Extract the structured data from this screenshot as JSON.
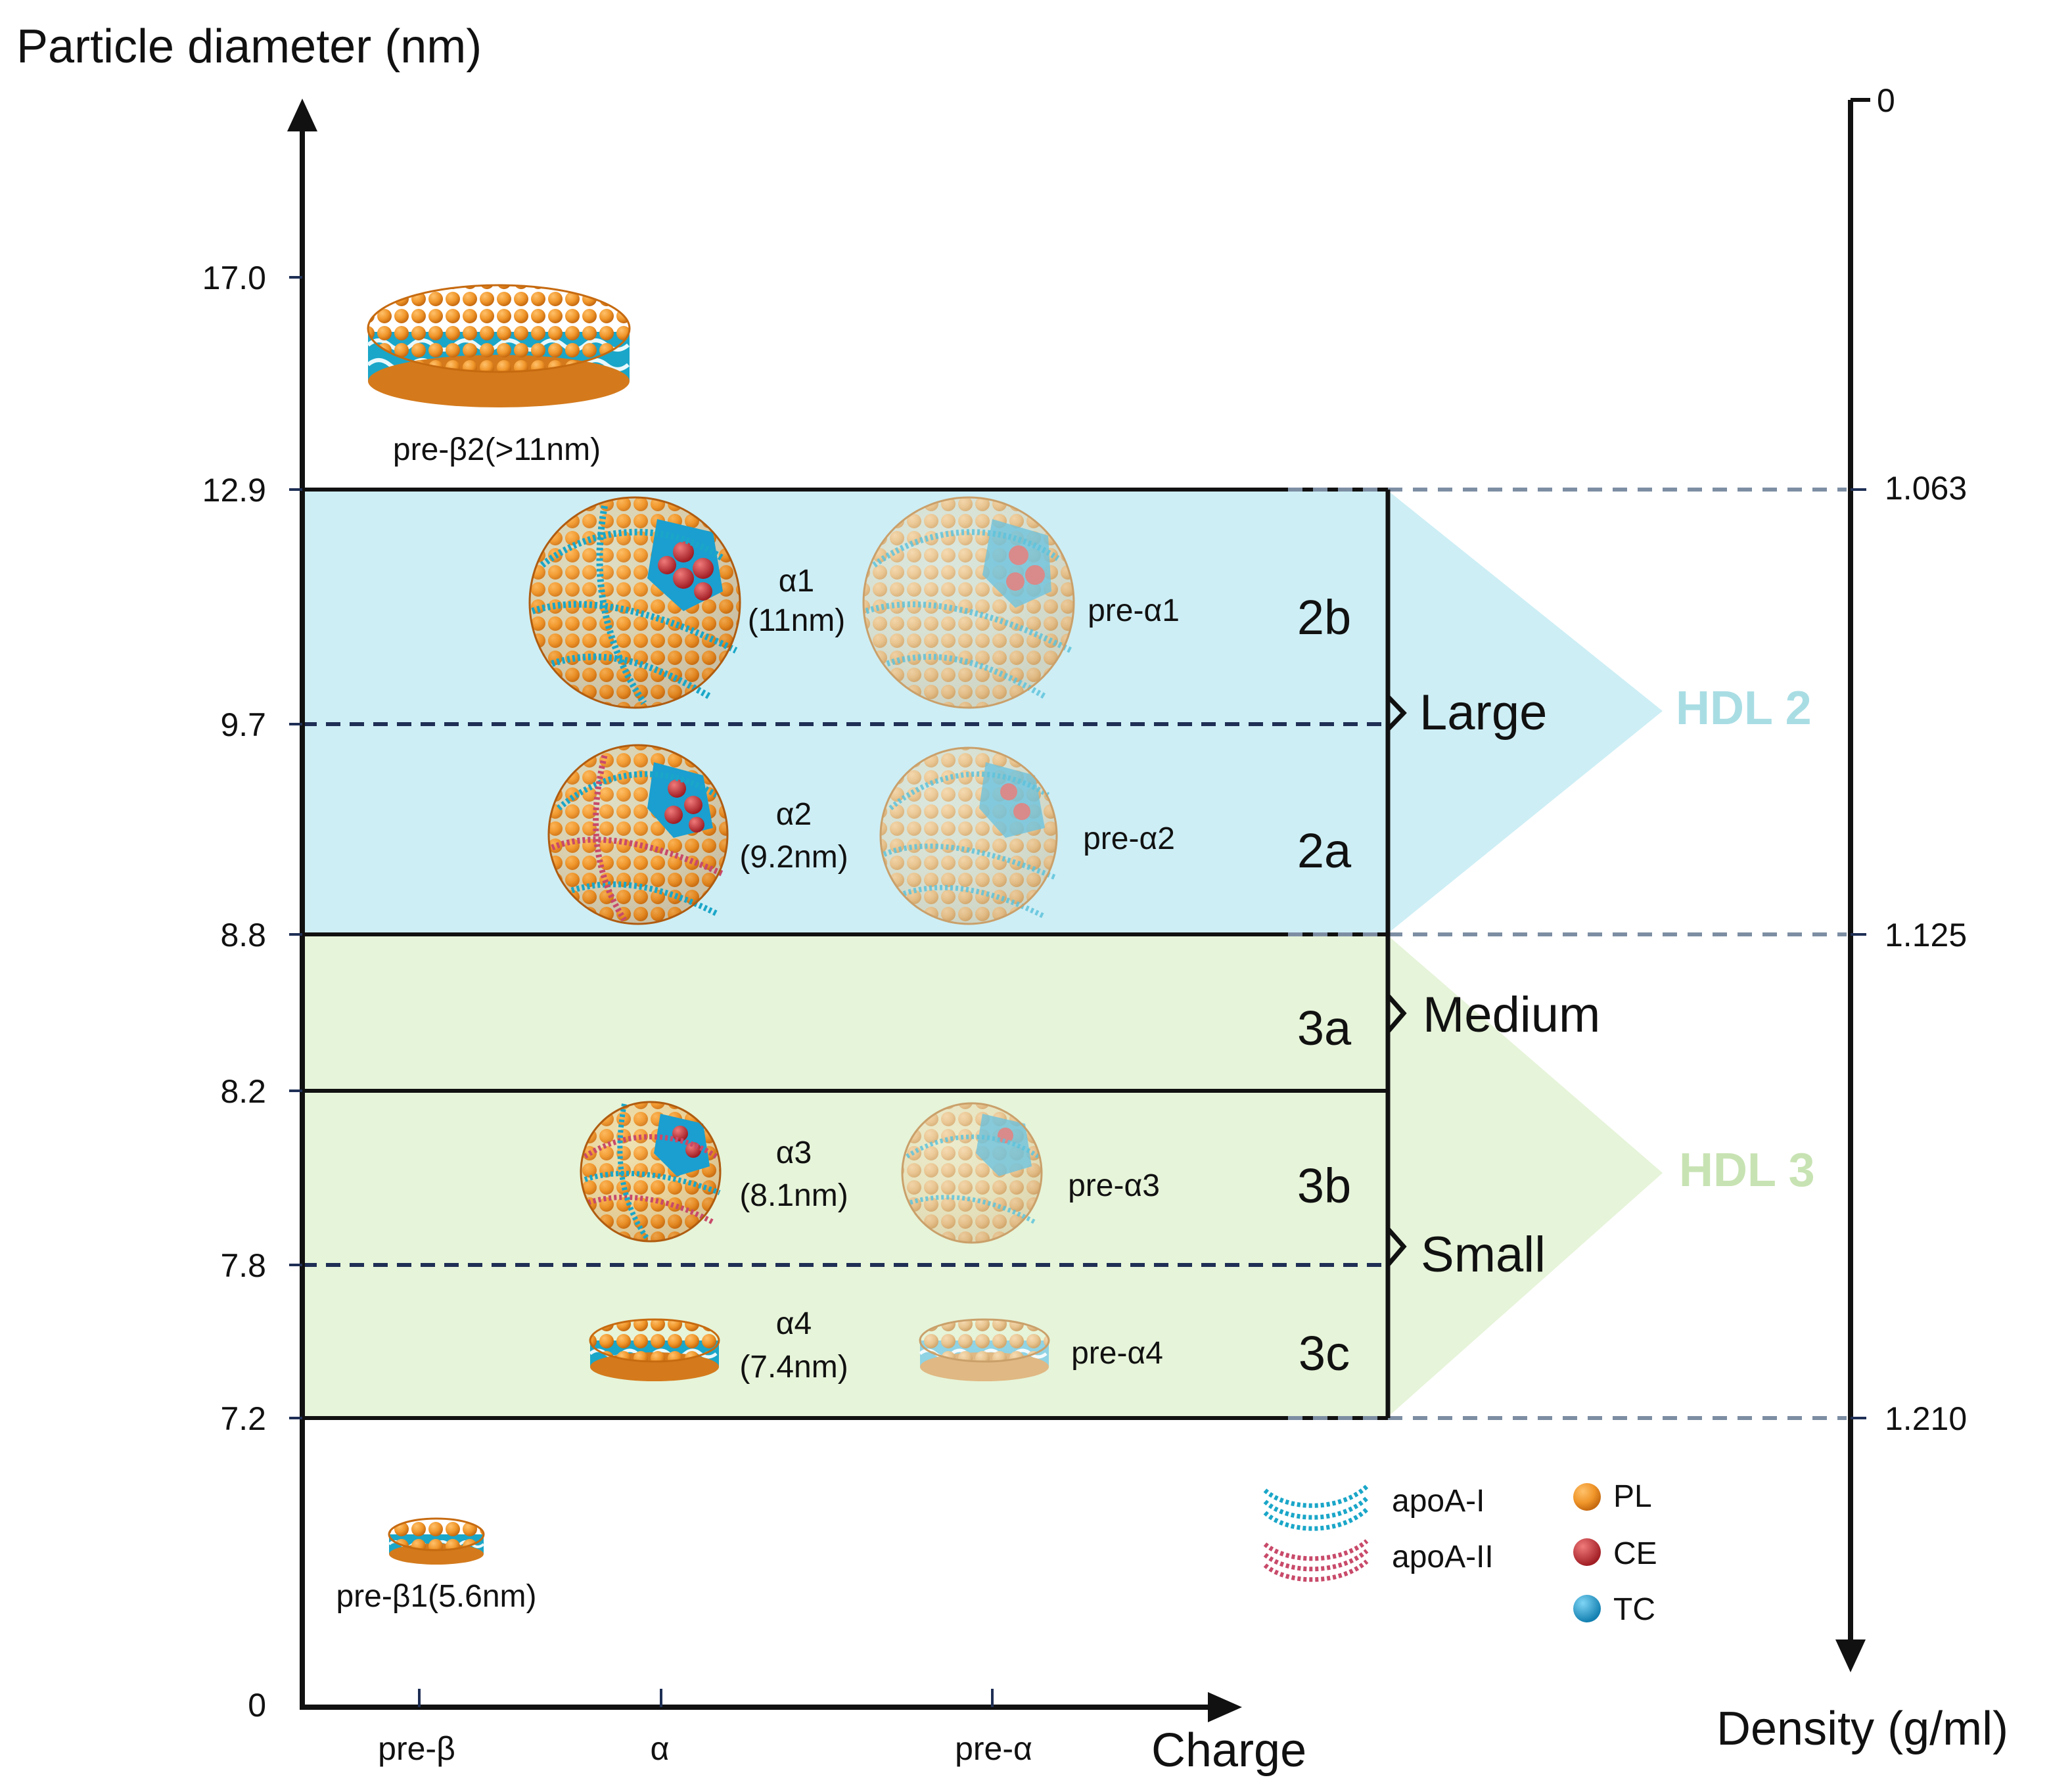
{
  "axes": {
    "y_title": "Particle diameter (nm)",
    "x_title": "Charge",
    "density_title": "Density (g/ml)",
    "y_ticks": [
      "17.0",
      "12.9",
      "9.7",
      "8.8",
      "8.2",
      "7.8",
      "7.2",
      "0"
    ],
    "x_ticks": [
      "pre-β",
      "α",
      "pre-α"
    ],
    "density_ticks": [
      "0",
      "1.063",
      "1.125",
      "1.210"
    ]
  },
  "particles": {
    "pre_beta2": "pre-β2(>11nm)",
    "pre_beta1": "pre-β1(5.6nm)",
    "alpha1_name": "α1",
    "alpha1_size": "(11nm)",
    "alpha2_name": "α2",
    "alpha2_size": "(9.2nm)",
    "alpha3_name": "α3",
    "alpha3_size": "(8.1nm)",
    "alpha4_name": "α4",
    "alpha4_size": "(7.4nm)",
    "pre_alpha1": "pre-α1",
    "pre_alpha2": "pre-α2",
    "pre_alpha3": "pre-α3",
    "pre_alpha4": "pre-α4"
  },
  "subclasses": [
    "2b",
    "2a",
    "3a",
    "3b",
    "3c"
  ],
  "sizes": [
    "Large",
    "Medium",
    "Small"
  ],
  "hdl": {
    "hdl2": "HDL 2",
    "hdl3": "HDL 3"
  },
  "legend": {
    "apoA1": "apoA-I",
    "apoA2": "apoA-II",
    "pl": "PL",
    "ce": "CE",
    "tc": "TC"
  },
  "colors": {
    "hdl2_fill": "#cdeef5",
    "hdl3_fill": "#e6f4d9",
    "hdl2_text": "#a9dde4",
    "hdl3_text": "#c8e3b3",
    "phospholipid": "#f0962a",
    "cholesteryl_ester": "#c0282e",
    "total_cholesterol": "#1a9fd0",
    "apoA1": "#1aa6c8",
    "apoA2": "#c84a6a"
  }
}
